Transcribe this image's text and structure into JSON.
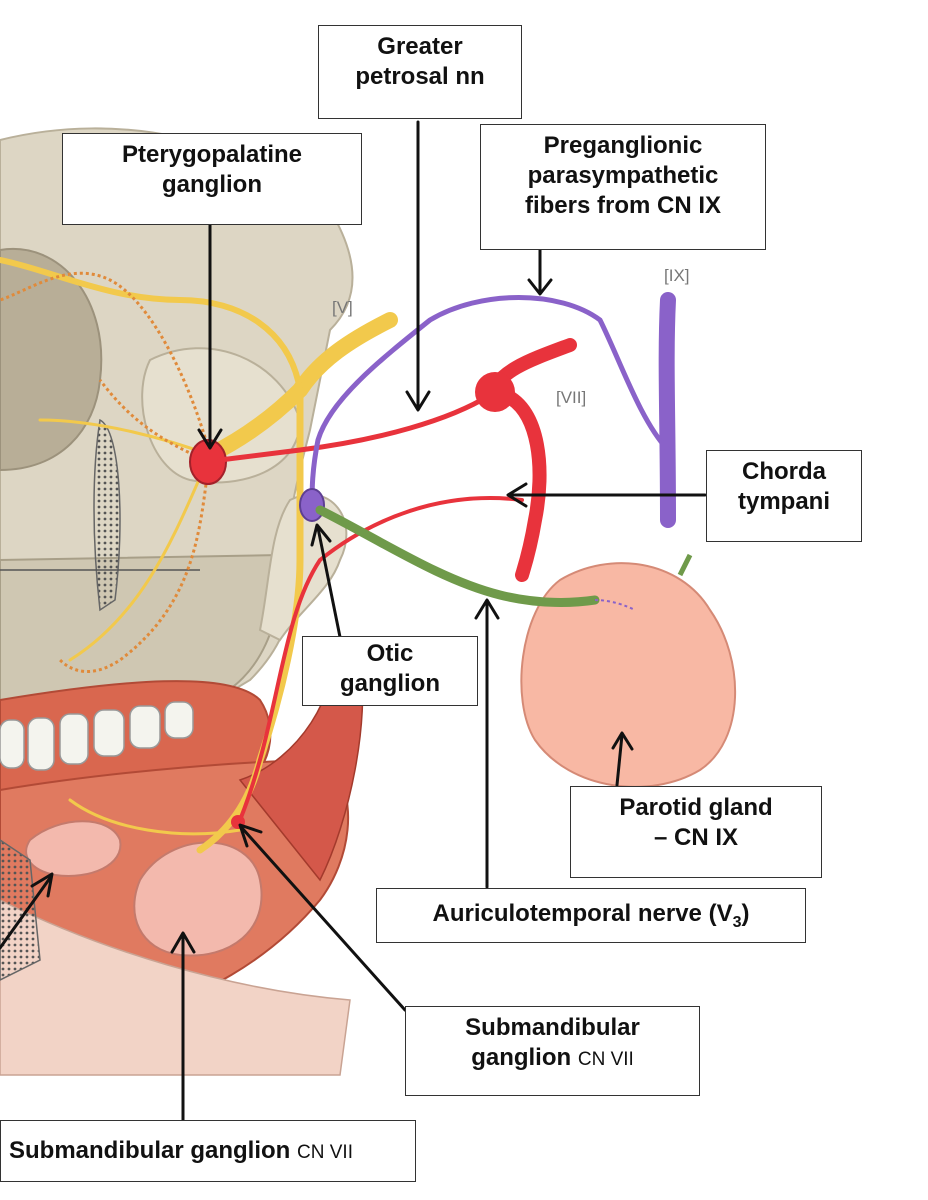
{
  "labels": {
    "greater_petrosal": [
      "Greater",
      "petrosal nn"
    ],
    "pterygopalatine": [
      "Pterygopalatine",
      "ganglion"
    ],
    "preganglionic": [
      "Preganglionic",
      "parasympathetic",
      "fibers from CN IX"
    ],
    "chorda_tympani": [
      "Chorda",
      "tympani"
    ],
    "otic": [
      "Otic",
      "ganglion"
    ],
    "parotid": [
      "Parotid gland",
      "– CN IX"
    ],
    "auriculotemporal": {
      "main": "Auriculotemporal nerve (V",
      "sub": "3",
      "close": ")"
    },
    "submandibular_right": {
      "line1": "Submandibular",
      "line2": "ganglion",
      "suffix": "CN VII"
    },
    "submandibular_bottom": {
      "main": "Submandibular ganglion",
      "suffix": "CN VII"
    }
  },
  "nerve_tags": {
    "v": "[V]",
    "vii": "[VII]",
    "ix": "[IX]"
  },
  "colors": {
    "trigeminal": "#f2c94c",
    "facial": "#e8333c",
    "glossopharyngeal": "#8a62c9",
    "auriculotemporal": "#6f9a4a",
    "gland": "#f6b7a4",
    "skull": "#d9d3c2",
    "muscle": "#d9674f"
  }
}
